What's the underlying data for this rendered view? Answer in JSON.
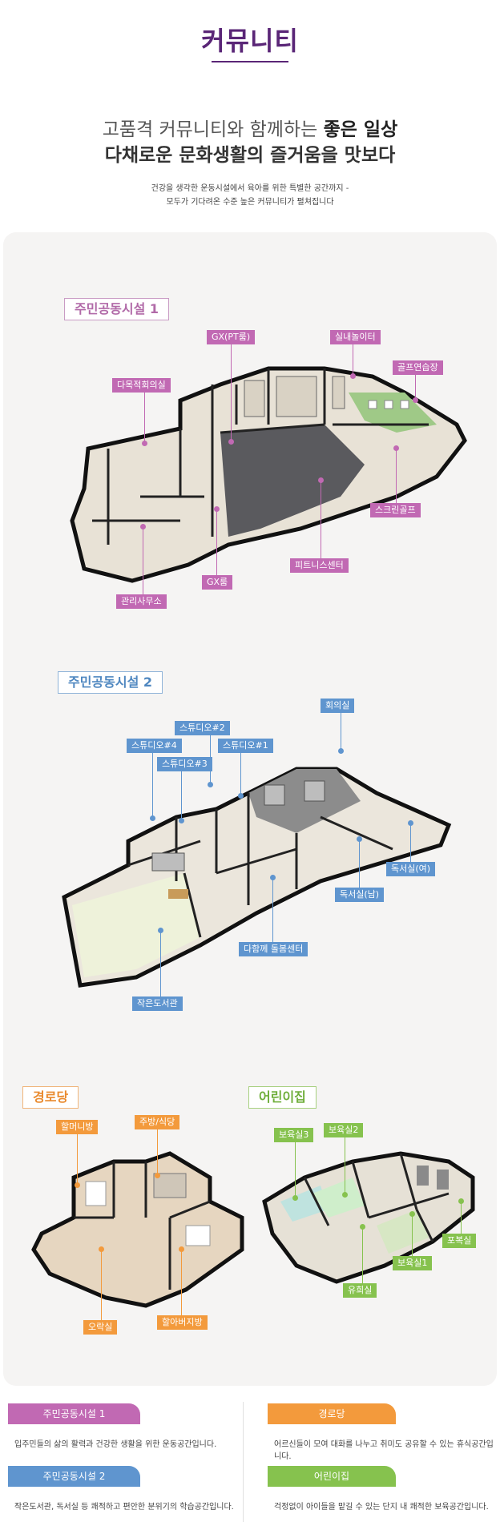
{
  "header": {
    "title": "커뮤니티",
    "headline_line1_normal": "고품격 커뮤니티와 함께하는 ",
    "headline_line1_bold": "좋은 일상",
    "headline_line2": "다채로운 문화생활의 즐거움을 맛보다",
    "desc_line1": "건강을 생각한 운동시설에서 육아를 위한 특별한 공간까지 -",
    "desc_line2": "모두가 기다려온 수준 높은 커뮤니티가 펼쳐집니다"
  },
  "colors": {
    "title": "#5a2677",
    "facility1": "#c169b3",
    "facility2": "#5f95cf",
    "senior": "#f39a3c",
    "daycare": "#86c24e"
  },
  "sections": {
    "facility1": {
      "tag": "주민공동시설 1",
      "rooms": {
        "gx_pt": "GX(PT룸)",
        "indoor_playground": "실내놀이터",
        "golf_practice": "골프연습장",
        "multipurpose_meeting": "다목적회의실",
        "screen_golf": "스크린골프",
        "fitness_center": "피트니스센터",
        "gx_room": "GX룸",
        "management_office": "관리사무소"
      }
    },
    "facility2": {
      "tag": "주민공동시설 2",
      "rooms": {
        "meeting_room": "회의실",
        "studio2": "스튜디오#2",
        "studio4": "스튜디오#4",
        "studio1": "스튜디오#1",
        "studio3": "스튜디오#3",
        "reading_female": "독서실(여)",
        "reading_male": "독서실(남)",
        "care_center": "다함께 돌봄센터",
        "small_library": "작은도서관"
      }
    },
    "senior_center": {
      "tag": "경로당",
      "rooms": {
        "grandma_room": "할머니방",
        "kitchen": "주방/식당",
        "recreation": "오락실",
        "grandpa_room": "할아버지방"
      }
    },
    "daycare": {
      "tag": "어린이집",
      "rooms": {
        "nursery3": "보육실3",
        "nursery2": "보육실2",
        "nursery1": "보육실1",
        "laundry": "포복실",
        "playroom": "유희실"
      }
    }
  },
  "summary": {
    "facility1": {
      "label": "주민공동시설 1",
      "desc": "입주민들의 삶의 활력과 건강한 생활을 위한 운동공간입니다."
    },
    "facility2": {
      "label": "주민공동시설 2",
      "desc": "작은도서관, 독서실 등 쾌적하고 편안한 분위기의 학습공간입니다."
    },
    "senior": {
      "label": "경로당",
      "desc": "어르신들이 모여 대화를 나누고 취미도 공유할 수 있는 휴식공간입니다."
    },
    "daycare": {
      "label": "어린이집",
      "desc": "걱정없이 아이들을 맡길 수 있는 단지 내 쾌적한 보육공간입니다."
    }
  }
}
